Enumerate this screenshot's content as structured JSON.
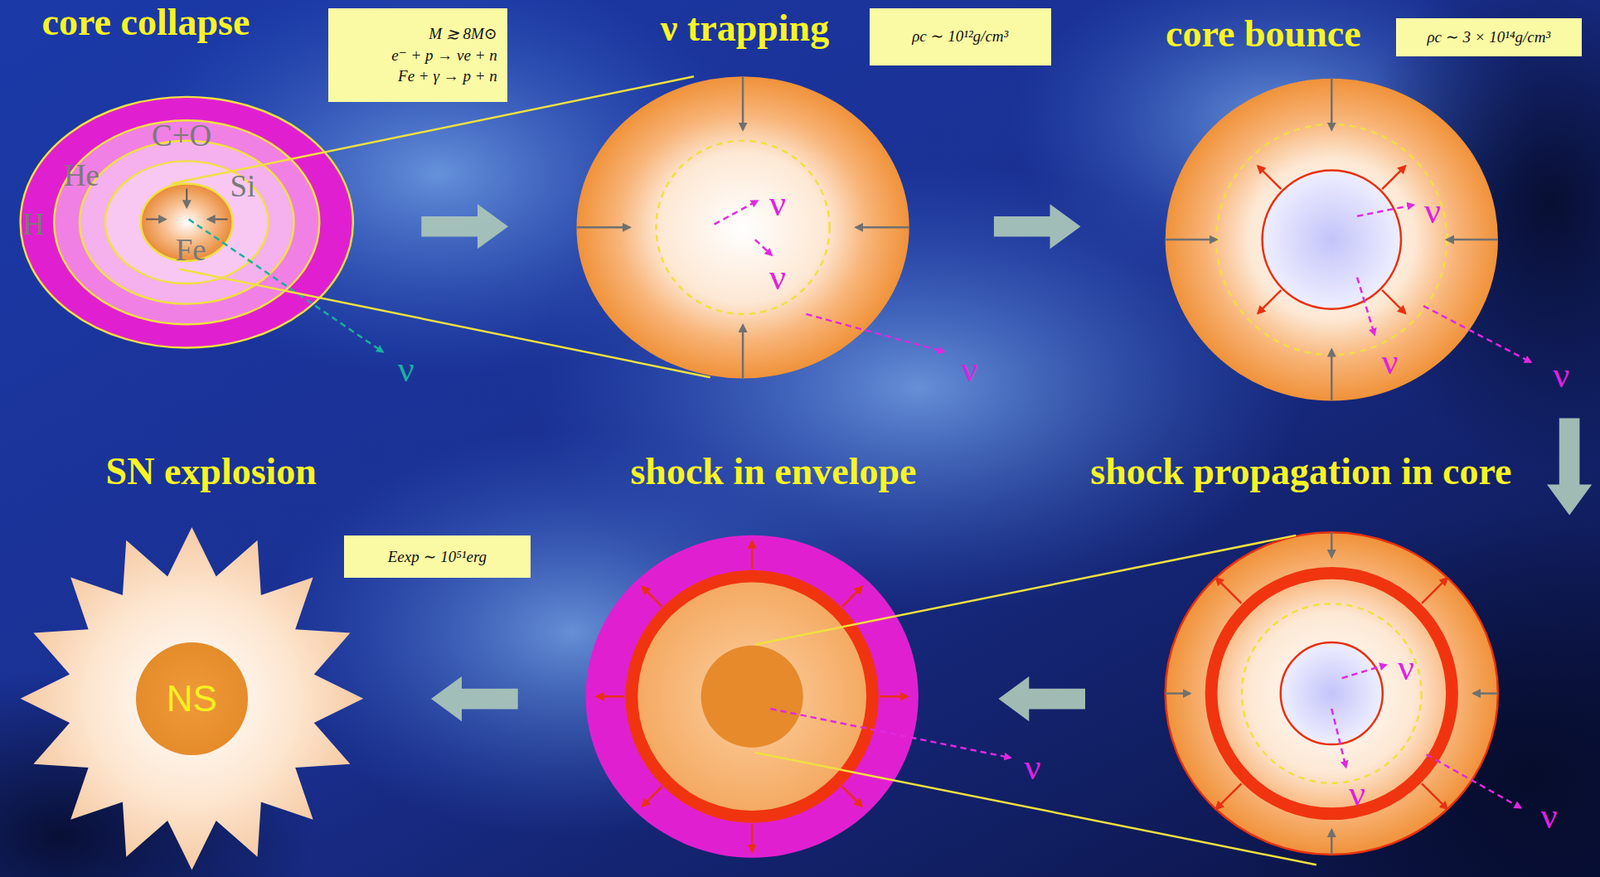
{
  "diagram": {
    "nodes": [
      {
        "text": [
          "core collapse"
        ]
      },
      {
        "text": [
          "M ≳ 8M⊙",
          "e⁻ + p → νe + n",
          "Fe + γ → p + n"
        ]
      },
      {
        "text": [
          "ν trapping"
        ]
      },
      {
        "text": [
          "ρc ∼ 10¹²g/cm³"
        ]
      },
      {
        "text": [
          "core bounce"
        ]
      },
      {
        "text": [
          "ρc ∼ 3 × 10¹⁴g/cm³"
        ]
      },
      {
        "text": [
          "SN explosion"
        ]
      },
      {
        "text": [
          "NS"
        ],
        "in": 6
      },
      {
        "text": [
          "Eexp ∼ 10⁵¹erg"
        ]
      },
      {
        "text": [
          "shock in envelope"
        ]
      },
      {
        "text": [
          "shock propagation in core"
        ]
      }
    ],
    "edges": [
      {
        "from": 0,
        "to": 2,
        "arrow": "to"
      },
      {
        "from": 2,
        "to": 4,
        "arrow": "to"
      },
      {
        "from": 4,
        "to": 10,
        "arrow": "to"
      },
      {
        "from": 10,
        "to": 9,
        "arrow": "to"
      },
      {
        "from": 9,
        "to": 6,
        "arrow": "to"
      }
    ],
    "labels": [
      "H",
      "He",
      "C+O",
      "Si",
      "Fe",
      "ν",
      "ν",
      "ν",
      "ν",
      "ν",
      "ν",
      "ν",
      "ν",
      "ν",
      "ν",
      "ν"
    ]
  }
}
